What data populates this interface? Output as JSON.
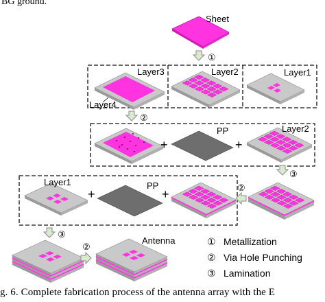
{
  "top_text": "BG ground.",
  "labels": {
    "sheet": "Sheet",
    "layer1": "Layer1",
    "layer2": "Layer2",
    "layer3": "Layer3",
    "layer4": "Layer4",
    "pp": "PP",
    "antenna": "Antenna",
    "plus": "+"
  },
  "step_markers": {
    "metallization": "①",
    "via_hole_punching": "②",
    "lamination": "③"
  },
  "legend": [
    {
      "symbol": "①",
      "text": "Metallization"
    },
    {
      "symbol": "②",
      "text": "Via Hole Punching"
    },
    {
      "symbol": "③",
      "text": "Lamination"
    }
  ],
  "caption": "g. 6.   Complete fabrication process of the antenna array with the E",
  "colors": {
    "magenta": "#ff33e0",
    "board_top": "#c9c9c9",
    "board_side": "#9a9a9a",
    "pp_sheet": "#6e6e6e",
    "arrow_fill": "#d9ead0",
    "arrow_stroke": "#8a8a8a"
  }
}
